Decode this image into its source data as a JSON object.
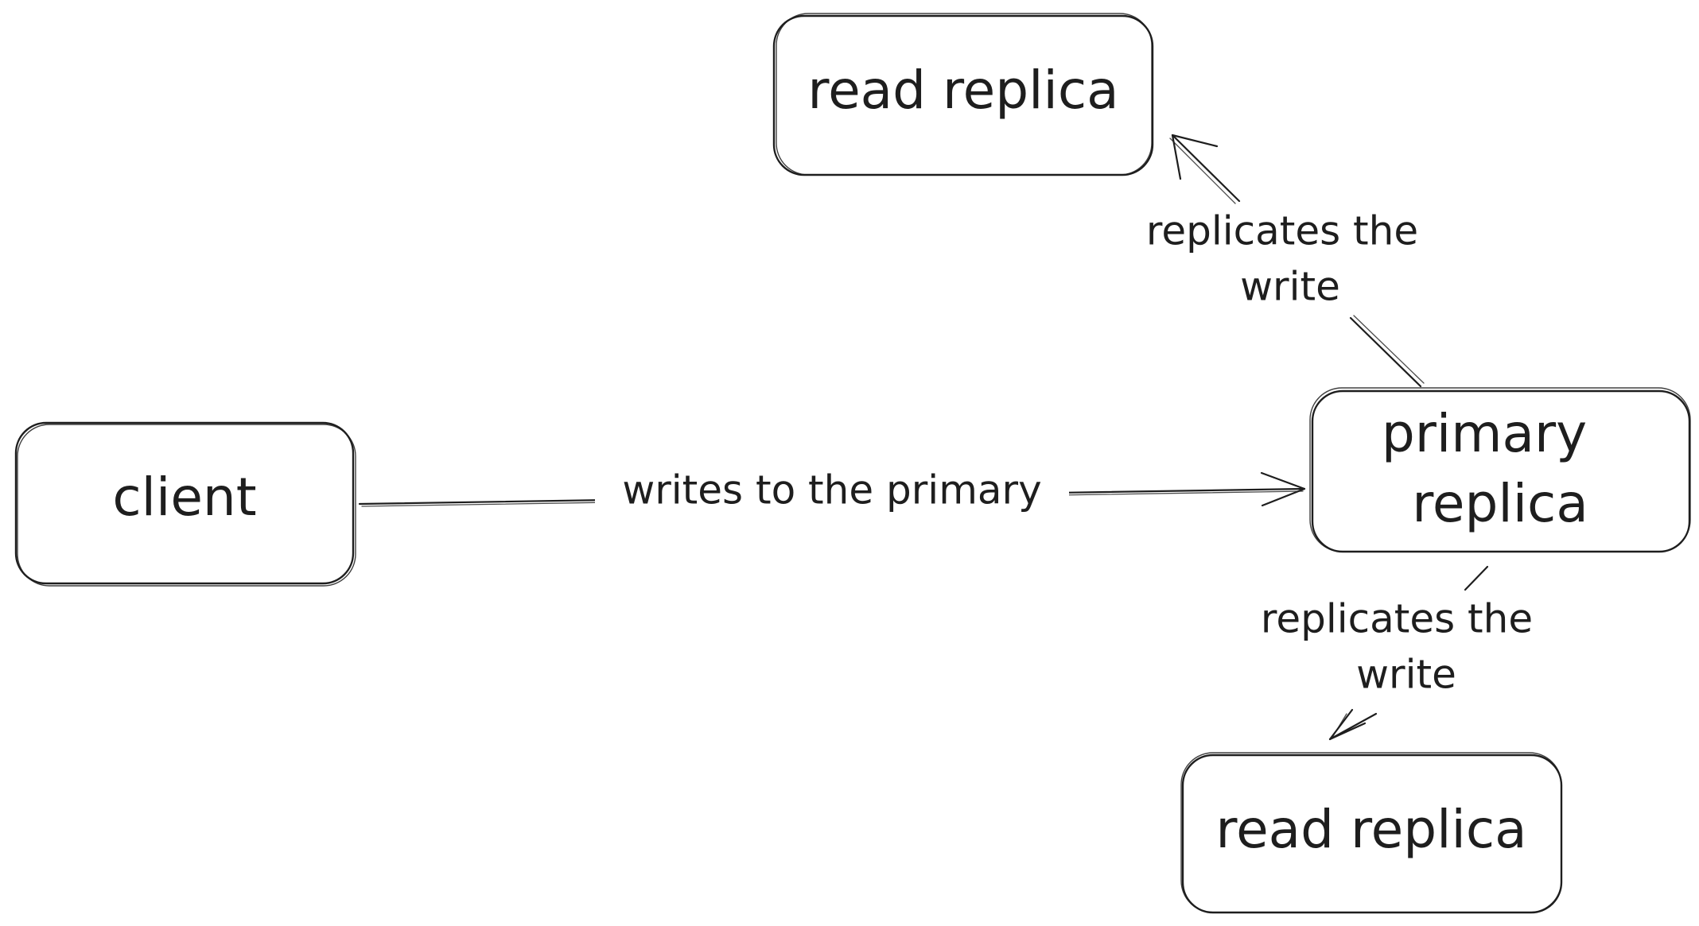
{
  "diagram": {
    "background": "#ffffff",
    "stroke_color": "#1e1e1e",
    "nodes": {
      "read_replica_top": {
        "label": "read replica"
      },
      "client": {
        "label": "client"
      },
      "primary_replica": {
        "lines": [
          "primary",
          "replica"
        ]
      },
      "read_replica_bottom": {
        "label": "read replica"
      }
    },
    "edges": {
      "client_to_primary": {
        "label": "writes to the primary"
      },
      "primary_to_top_replica": {
        "lines": [
          "replicates the",
          "write"
        ]
      },
      "primary_to_bottom_replica": {
        "lines": [
          "replicates the",
          "write"
        ]
      }
    }
  }
}
